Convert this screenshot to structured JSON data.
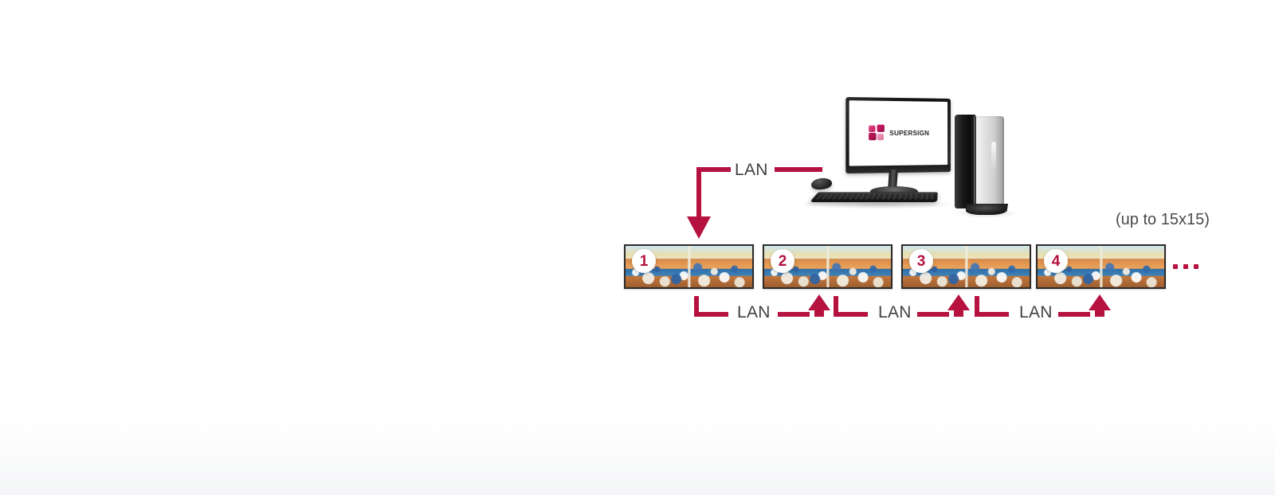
{
  "diagram": {
    "title_note": "(up to 15x15)",
    "accent_color": "#B5123F",
    "text_color": "#414141",
    "server": {
      "monitor_logo_text": "SuperSign",
      "logo_mark": "supersign-logo-icon",
      "keyboard": "keyboard-icon",
      "mouse": "mouse-icon",
      "tower": "pc-tower-icon"
    },
    "links": {
      "top": {
        "label": "LAN"
      },
      "chain": [
        {
          "label": "LAN"
        },
        {
          "label": "LAN"
        },
        {
          "label": "LAN"
        }
      ]
    },
    "displays": [
      {
        "number": "1",
        "name": "display-panel-1"
      },
      {
        "number": "2",
        "name": "display-panel-2"
      },
      {
        "number": "3",
        "name": "display-panel-3"
      },
      {
        "number": "4",
        "name": "display-panel-4"
      }
    ],
    "more_indicator": "..."
  }
}
